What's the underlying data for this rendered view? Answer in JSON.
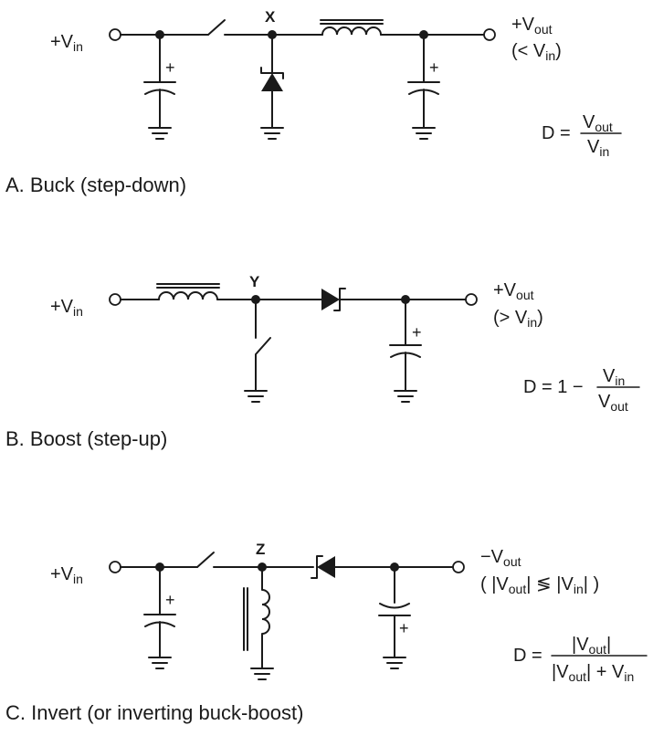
{
  "circuits": {
    "buck": {
      "caption": "A.  Buck (step-down)",
      "input": "+V",
      "input_sub": "in",
      "node": "X",
      "output": "+V",
      "output_sub": "out",
      "output_cond_pre": "(< V",
      "output_cond_sub": "in",
      "output_cond_post": ")",
      "eq_lhs": "D =",
      "eq_num": "V",
      "eq_num_sub": "out",
      "eq_den": "V",
      "eq_den_sub": "in",
      "cap_plus": "+"
    },
    "boost": {
      "caption": "B.  Boost (step-up)",
      "input": "+V",
      "input_sub": "in",
      "node": "Y",
      "output": "+V",
      "output_sub": "out",
      "output_cond_pre": "(> V",
      "output_cond_sub": "in",
      "output_cond_post": ")",
      "eq_lhs": "D = 1 −",
      "eq_num": "V",
      "eq_num_sub": "in",
      "eq_den": "V",
      "eq_den_sub": "out",
      "cap_plus": "+"
    },
    "invert": {
      "caption": "C.  Invert (or inverting buck-boost)",
      "input": "+V",
      "input_sub": "in",
      "node": "Z",
      "output": "−V",
      "output_sub": "out",
      "output_cond_1": "( |V",
      "output_cond_1_sub": "out",
      "output_cond_2": "| ≶ |V",
      "output_cond_2_sub": "in",
      "output_cond_3": "| )",
      "eq_lhs": "D =",
      "eq_num_1": "|V",
      "eq_num_sub": "out",
      "eq_num_2": "|",
      "eq_den_1": "|V",
      "eq_den_sub1": "out",
      "eq_den_2": "| + V",
      "eq_den_sub2": "in",
      "cap_plus": "+"
    }
  }
}
